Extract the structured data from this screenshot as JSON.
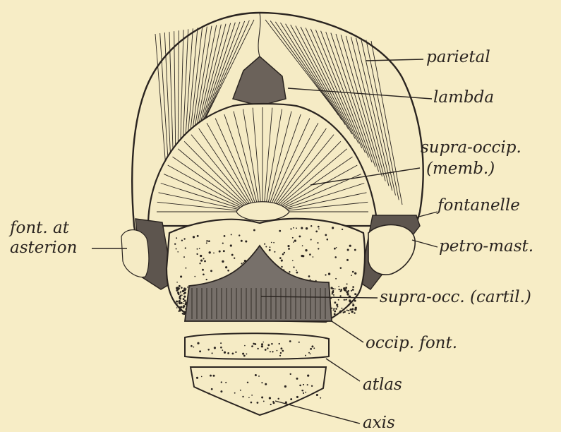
{
  "labels": {
    "parietal": "parietal",
    "lambda": "lambda",
    "supra_occip_line1": "supra-occip.",
    "supra_occip_line2": "(memb.)",
    "fontanelle": "fontanelle",
    "font_at_line1": "font. at",
    "font_at_line2": "asterion",
    "petro_mast": "petro-mast.",
    "supra_occ_cartil": "supra-occ. (cartil.)",
    "occip_font": "occip. font.",
    "atlas": "atlas",
    "axis": "axis"
  },
  "colors": {
    "background": "#f7edc6",
    "ink": "#2a2420"
  }
}
